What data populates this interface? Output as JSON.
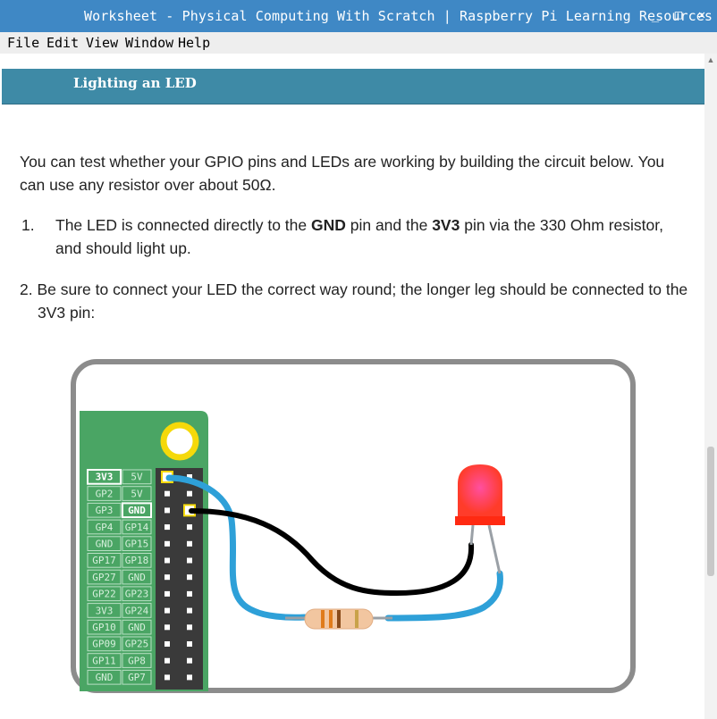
{
  "window": {
    "title": "Worksheet - Physical Computing With Scratch | Raspberry Pi Learning Resources",
    "minimize": "_",
    "maximize": "□",
    "close": "✕"
  },
  "menu": [
    "File",
    "Edit",
    "View",
    "Window",
    "Help"
  ],
  "section": {
    "heading": "Lighting an LED"
  },
  "intro": {
    "line1": "You can test whether your GPIO pins and LEDs are working by building the circuit below. You",
    "line2": "can use any resistor over about 50Ω."
  },
  "steps": [
    {
      "number": "1.",
      "text_a": "The LED is connected directly to the ",
      "bold_a": "GND",
      "text_b": " pin and the ",
      "bold_b": "3V3",
      "text_c": " pin via the 330 Ohm resistor,",
      "text_d": "and should light up."
    },
    {
      "number": "2.",
      "line1": "Be sure to connect your LED the correct way round; the longer leg should be connected to the",
      "line2": "3V3 pin:"
    }
  ],
  "pins": {
    "left": [
      "3V3",
      "GP2",
      "GP3",
      "GP4",
      "GND",
      "GP17",
      "GP27",
      "GP22",
      "3V3",
      "GP10",
      "GP09",
      "GP11",
      "GND"
    ],
    "right": [
      "5V",
      "5V",
      "GND",
      "GP14",
      "GP15",
      "GP18",
      "GND",
      "GP23",
      "GP24",
      "GND",
      "GP25",
      "GP8",
      "GP7"
    ],
    "highlight_left": "3V3",
    "highlight_right": "GND"
  },
  "colors": {
    "titlebar": "#3f88c5",
    "banner": "#3e8aa6",
    "board": "#4aa564",
    "wire_blue": "#2ea0d8",
    "wire_black": "#000000",
    "led": "#ff3c2a"
  }
}
